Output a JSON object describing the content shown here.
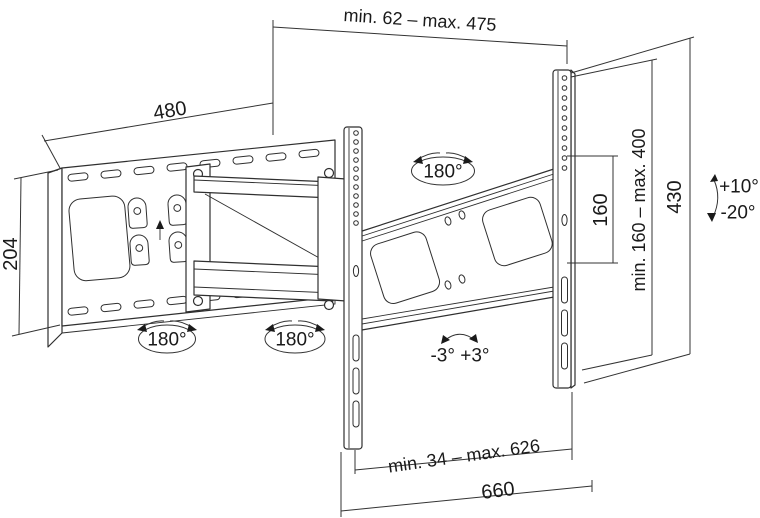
{
  "colors": {
    "background": "#ffffff",
    "line": "#2f2f2f",
    "text": "#1a1a1a"
  },
  "labels": {
    "depth_range": "min. 62 – max. 475",
    "plate_width": "480",
    "plate_height": "204",
    "swivel": [
      "180°",
      "180°",
      "180°"
    ],
    "vesa_pitch": "160",
    "vesa_range": "min. 160 – max. 400",
    "column_height": "430",
    "tilt_up": "+10°",
    "tilt_down": "-20°",
    "level_range": "-3° +3°",
    "slide_range": "min. 34 – max. 626",
    "total_width": "660"
  }
}
